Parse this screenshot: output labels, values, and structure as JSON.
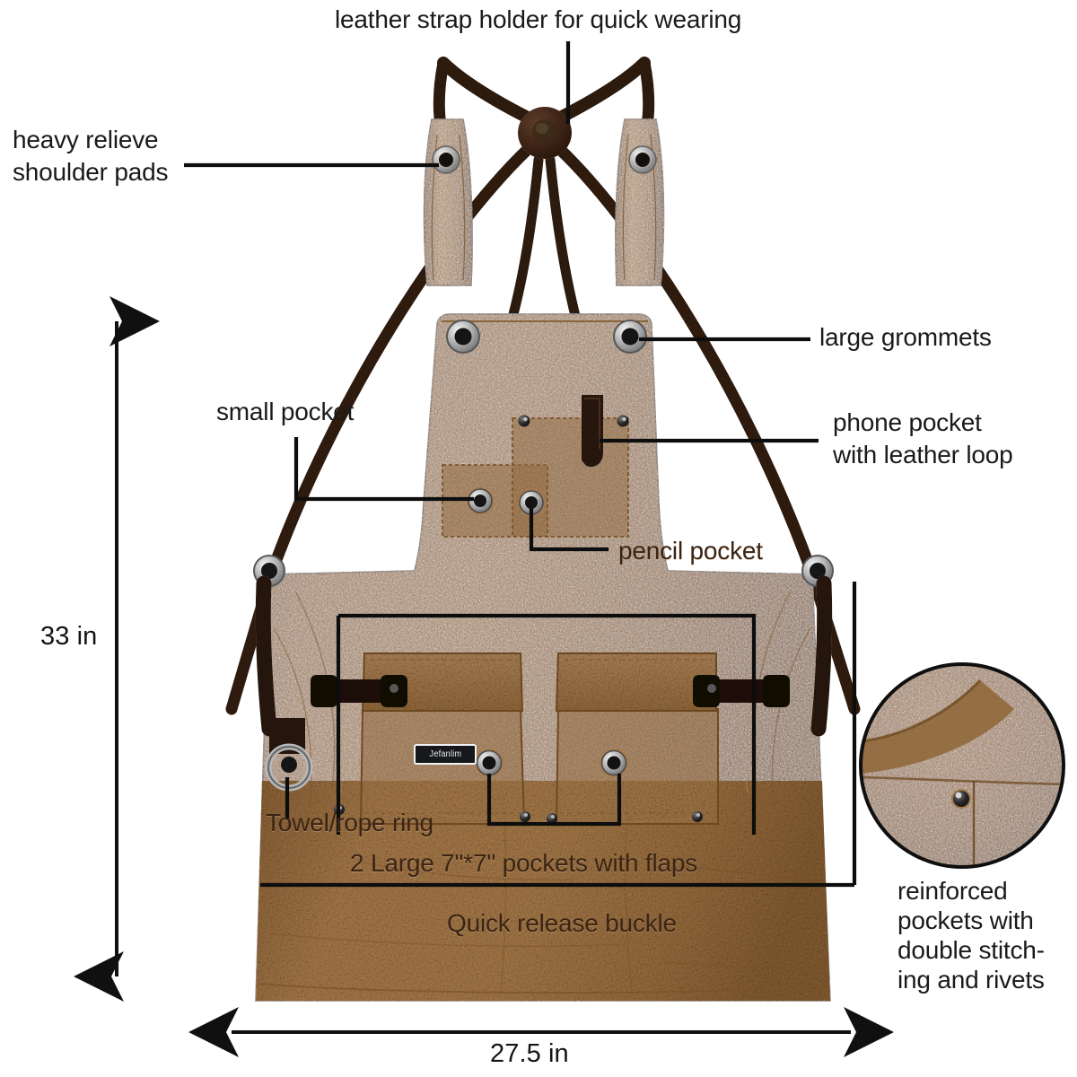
{
  "diagram": {
    "title": "Waxed canvas work apron feature callout diagram",
    "product_color_hex": "#a5784a",
    "strap_color_hex": "#3a2318",
    "label_color_hex": "#1a1a1a",
    "on_fabric_label_color_hex": "#3a2414"
  },
  "annotations": [
    {
      "id": "strap-holder",
      "text": "leather strap holder for quick wearing"
    },
    {
      "id": "shoulder-pads-1",
      "text": "heavy relieve"
    },
    {
      "id": "shoulder-pads-2",
      "text": "shoulder pads"
    },
    {
      "id": "grommets",
      "text": "large grommets"
    },
    {
      "id": "small-pocket",
      "text": "small pocket"
    },
    {
      "id": "phone-pocket-1",
      "text": "phone pocket"
    },
    {
      "id": "phone-pocket-2",
      "text": "with leather loop"
    },
    {
      "id": "pencil-pocket",
      "text": "pencil pocket"
    },
    {
      "id": "towel-ring",
      "text": "Towel/rope ring"
    },
    {
      "id": "large-pockets",
      "text": "2 Large 7\"*7\" pockets with flaps"
    },
    {
      "id": "quick-release",
      "text": "Quick release buckle"
    },
    {
      "id": "reinforced-1",
      "text": "reinforced"
    },
    {
      "id": "reinforced-2",
      "text": "pockets with"
    },
    {
      "id": "reinforced-3",
      "text": "double stitch-"
    },
    {
      "id": "reinforced-4",
      "text": "ing and rivets"
    }
  ],
  "dimensions": {
    "height_label": "33 in",
    "width_label": "27.5 in"
  },
  "brand": {
    "tag_text": "Jefanlim"
  }
}
